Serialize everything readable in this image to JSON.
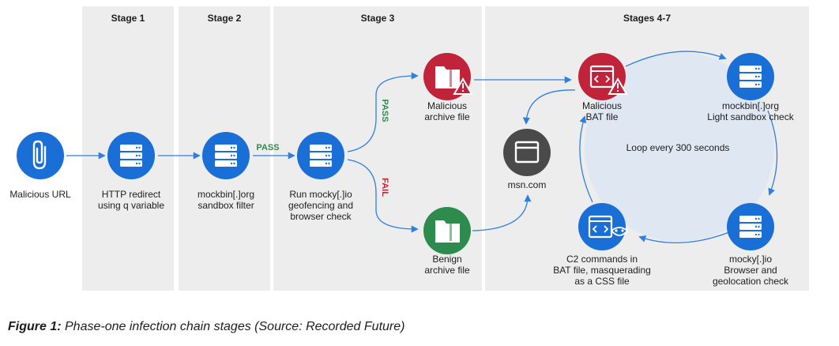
{
  "stages": [
    {
      "title": "Stage 1"
    },
    {
      "title": "Stage 2"
    },
    {
      "title": "Stage 3"
    },
    {
      "title": "Stages 4-7"
    }
  ],
  "nodes": {
    "malicious_url": {
      "label1": "Malicious URL",
      "label2": "",
      "icon": "paperclip-icon"
    },
    "http_redirect": {
      "label1": "HTTP redirect",
      "label2": "using q variable",
      "icon": "server-icon"
    },
    "mockbin_filter": {
      "label1": "mockbin[.]org",
      "label2": "sandbox filter",
      "icon": "server-icon"
    },
    "mocky_geo": {
      "label1": "Run mocky[.]io",
      "label2": "geofencing and",
      "label3": "browser check",
      "icon": "server-icon"
    },
    "malicious_archive": {
      "label1": "Malicious",
      "label2": "archive file",
      "icon": "folder-zip-warning-icon"
    },
    "benign_archive": {
      "label1": "Benign",
      "label2": "archive file",
      "icon": "folder-zip-icon"
    },
    "msn": {
      "label1": "msn.com",
      "icon": "browser-window-icon"
    },
    "malicious_bat": {
      "label1": "Malicious",
      "label2": "BAT file",
      "icon": "code-window-warning-icon"
    },
    "mockbin_light": {
      "label1": "mockbin[.]org",
      "label2": "Light sandbox check",
      "icon": "server-icon"
    },
    "mocky_browser": {
      "label1": "mocky[.]io",
      "label2": "Browser and",
      "label3": "geolocation check",
      "icon": "server-icon"
    },
    "c2_commands": {
      "label1": "C2 commands in",
      "label2": "BAT file, masquerading",
      "label3": "as a CSS file",
      "icon": "code-window-mask-icon"
    }
  },
  "edges": {
    "pass_label": "PASS",
    "branch_pass_label": "PASS",
    "branch_fail_label": "FAIL"
  },
  "loop_label": "Loop every 300 seconds",
  "caption": {
    "figure": "Figure 1:",
    "text": " Phase-one infection chain stages (Source: Recorded Future)"
  },
  "colors": {
    "blue": "#1a6fd6",
    "red": "#c0233a",
    "green": "#2e8b4e",
    "dark_gray": "#4a4a4a",
    "stage_bg": "#ededed",
    "loop_bg": "#dfe8f2",
    "arrow": "#2f7fe0"
  }
}
